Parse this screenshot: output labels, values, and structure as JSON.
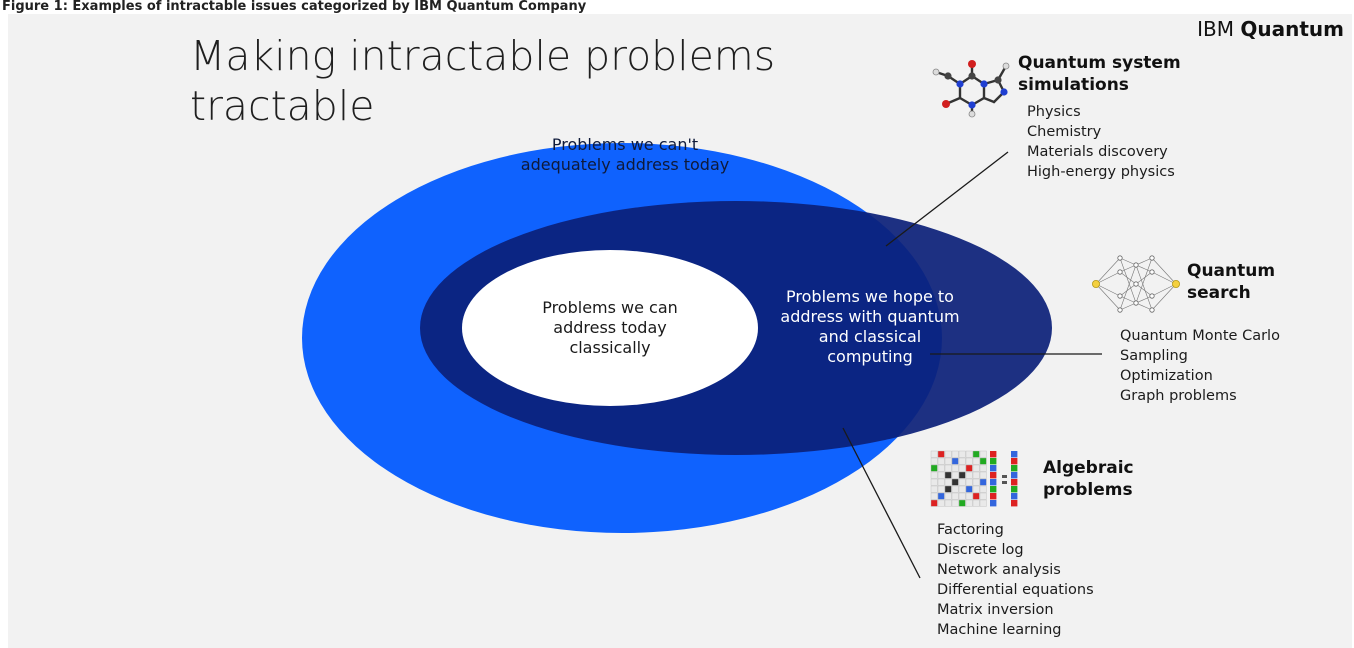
{
  "header": {
    "caption": "Figure 1: Examples of intractable issues categorized by IBM Quantum Company",
    "brand_normal": "IBM",
    "brand_bold": "Quantum",
    "title_line1": "Making intractable problems",
    "title_line2": "tractable"
  },
  "ellipses": {
    "outer_line1": "Problems we can't",
    "outer_line2": "adequately address today",
    "inner_line1": "Problems we can",
    "inner_line2": "address today",
    "inner_line3": "classically",
    "middle_line1": "Problems we hope to",
    "middle_line2": "address with quantum",
    "middle_line3": "and classical",
    "middle_line4": "computing"
  },
  "categories": {
    "simulations": {
      "title_line1": "Quantum system",
      "title_line2": "simulations",
      "items": [
        "Physics",
        "Chemistry",
        "Materials discovery",
        "High-energy physics"
      ],
      "icon": "molecule-icon"
    },
    "search": {
      "title_line1": "Quantum",
      "title_line2": "search",
      "items": [
        "Quantum Monte Carlo",
        "Sampling",
        "Optimization",
        "Graph problems"
      ],
      "icon": "network-icon"
    },
    "algebraic": {
      "title_line1": "Algebraic",
      "title_line2": "problems",
      "items": [
        "Factoring",
        "Discrete log",
        "Network analysis",
        "Differential equations",
        "Matrix inversion",
        "Machine learning"
      ],
      "icon": "matrix-icon"
    }
  },
  "colors": {
    "outer_ellipse": "#0f62fe",
    "middle_ellipse": "#0b1f78",
    "inner_ellipse": "#ffffff",
    "background": "#f2f2f2"
  }
}
